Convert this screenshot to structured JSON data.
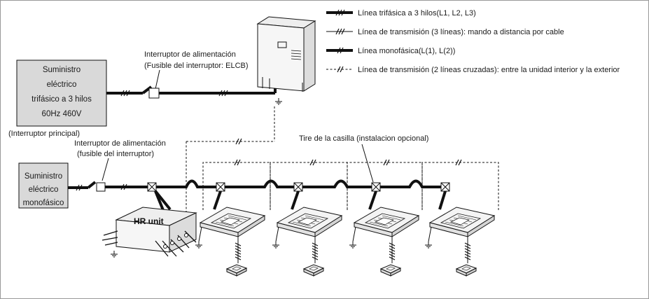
{
  "legend": {
    "three_phase": "Línea trifásica a 3 hilos(L1, L2, L3)",
    "transmission_3": "Línea de transmisión (3 líneas): mando a distancia por cable",
    "single_phase": "Línea monofásica(L(1), L(2))",
    "transmission_2": "Línea de transmisión (2 líneas cruzadas): entre la unidad interior y la exterior"
  },
  "main_supply": {
    "line1": "Suministro",
    "line2": "eléctrico",
    "line3": "trifásico a 3 hilos",
    "line4": "60Hz 460V",
    "caption": "(Interruptor principal)"
  },
  "main_breaker": {
    "line1": "Interruptor de alimentación",
    "line2": "(Fusible del interruptor: ELCB)"
  },
  "single_supply": {
    "line1": "Suministro",
    "line2": "eléctrico",
    "line3": "monofásico"
  },
  "branch_breaker": {
    "line1": "Interruptor de alimentación",
    "line2": "(fusible del interruptor)"
  },
  "pull_box": "Tire de la casilla (instalacion opcional)",
  "hr_unit": "HR unit",
  "colors": {
    "line": "#111111",
    "box_fill": "#d9d9d9",
    "unit_fill": "#f2f2f2"
  },
  "icons": [
    "outdoor-unit-icon",
    "hr-unit-icon",
    "cassette-indoor-unit-icon",
    "remote-controller-icon",
    "switch-box-icon",
    "ground-icon"
  ]
}
